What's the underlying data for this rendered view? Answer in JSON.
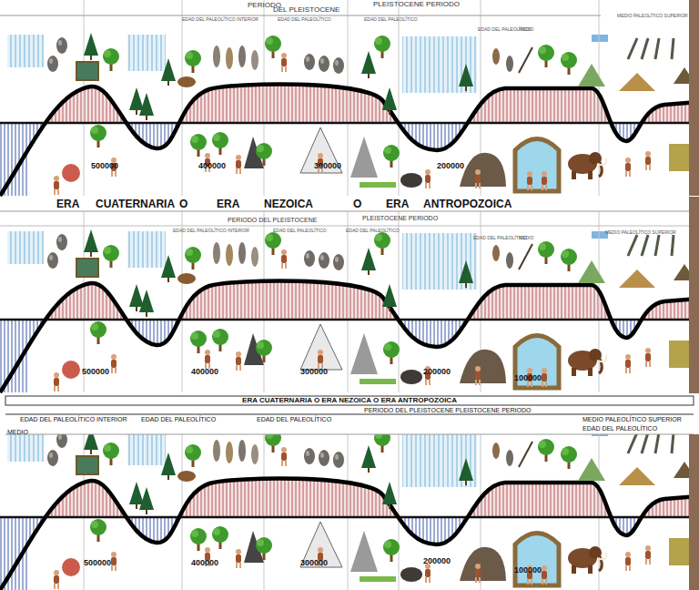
{
  "diagram": {
    "title": "ERA CUATERNARIA O ERA NEZOICA O ERA ANTROPOZOICA",
    "labels": [
      "PERIODO",
      "DEL PLEISTOCENE",
      "PLEISTOCENE PERIODO",
      "EDAD DEL PALEOLÍTICO INTERIOR",
      "EDAD DEL PALEOLÍTICO",
      "EDAD DEL PALEOLÍTICO",
      "EDAD DEL PALEOLÍTICO",
      "MEDIO",
      "MEDIO PALEOLÍTICO SUPERIOR",
      "500000",
      "400000",
      "300000",
      "200000",
      "ERA",
      "CUATERNARIA",
      "O",
      "ERA",
      "NEZOICA",
      "O",
      "ERA",
      "ANTROPOZOICA",
      "PERIODO DEL PLEISTOCENE",
      "PLEISTOCENE PERIODO",
      "EDAD DEL PALEOLÍTICO INTERIOR",
      "EDAD DEL PALEOLÍTICO",
      "EDAD DEL PALEOLÍTICO",
      "EDAD DEL PALEOLÍTICO",
      "MEDIO",
      "MEDIO PALEOLÍTICO SUPERIOR",
      "500000",
      "400000",
      "300000",
      "200000",
      "100000",
      "PERIODO DEL PLEISTOCENE  PLEISTOCENE PERIODO",
      "EDAD DEL PALEOLÍTICO INTERIOR",
      "EDAD DEL PALEOLÍTICO",
      "EDAD DEL PALEOLÍTICO",
      "MEDIO PALEOLÍTICO SUPERIOR",
      "EDAD DEL PALEOLÍTICO",
      "MEDIO",
      "500000",
      "400000",
      "300000",
      "200000",
      "100000"
    ]
  }
}
